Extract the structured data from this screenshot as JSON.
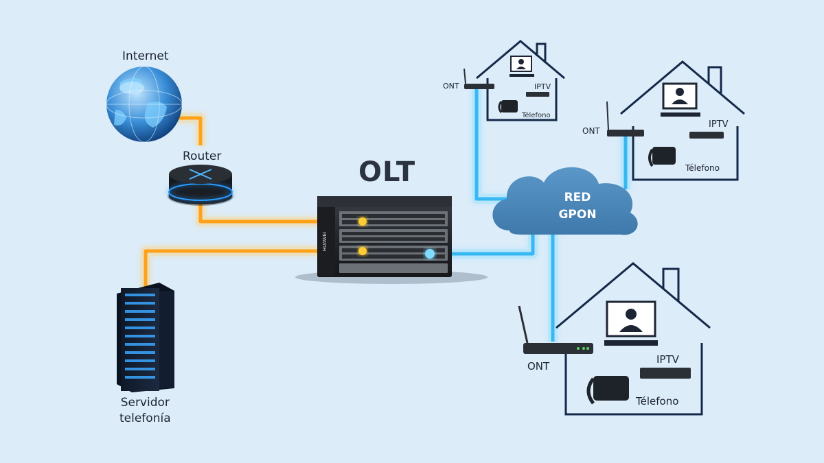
{
  "labels": {
    "internet": "Internet",
    "router": "Router",
    "server_line1": "Servidor",
    "server_line2": "telefonía",
    "olt": "OLT",
    "cloud_line1": "RED",
    "cloud_line2": "GPON",
    "vendor": "HUAWEI"
  },
  "houses": [
    {
      "ont": "ONT",
      "iptv": "IPTV",
      "phone": "Télefono"
    },
    {
      "ont": "ONT",
      "iptv": "IPTV",
      "phone": "Télefono"
    },
    {
      "ont": "ONT",
      "iptv": "IPTV",
      "phone": "Télefono"
    }
  ],
  "colors": {
    "background": "#dcecf9",
    "copper_link": "#ffa21a",
    "fiber_link": "#37b8f2",
    "cloud": "#4a86b8",
    "house_outline": "#14284a"
  }
}
